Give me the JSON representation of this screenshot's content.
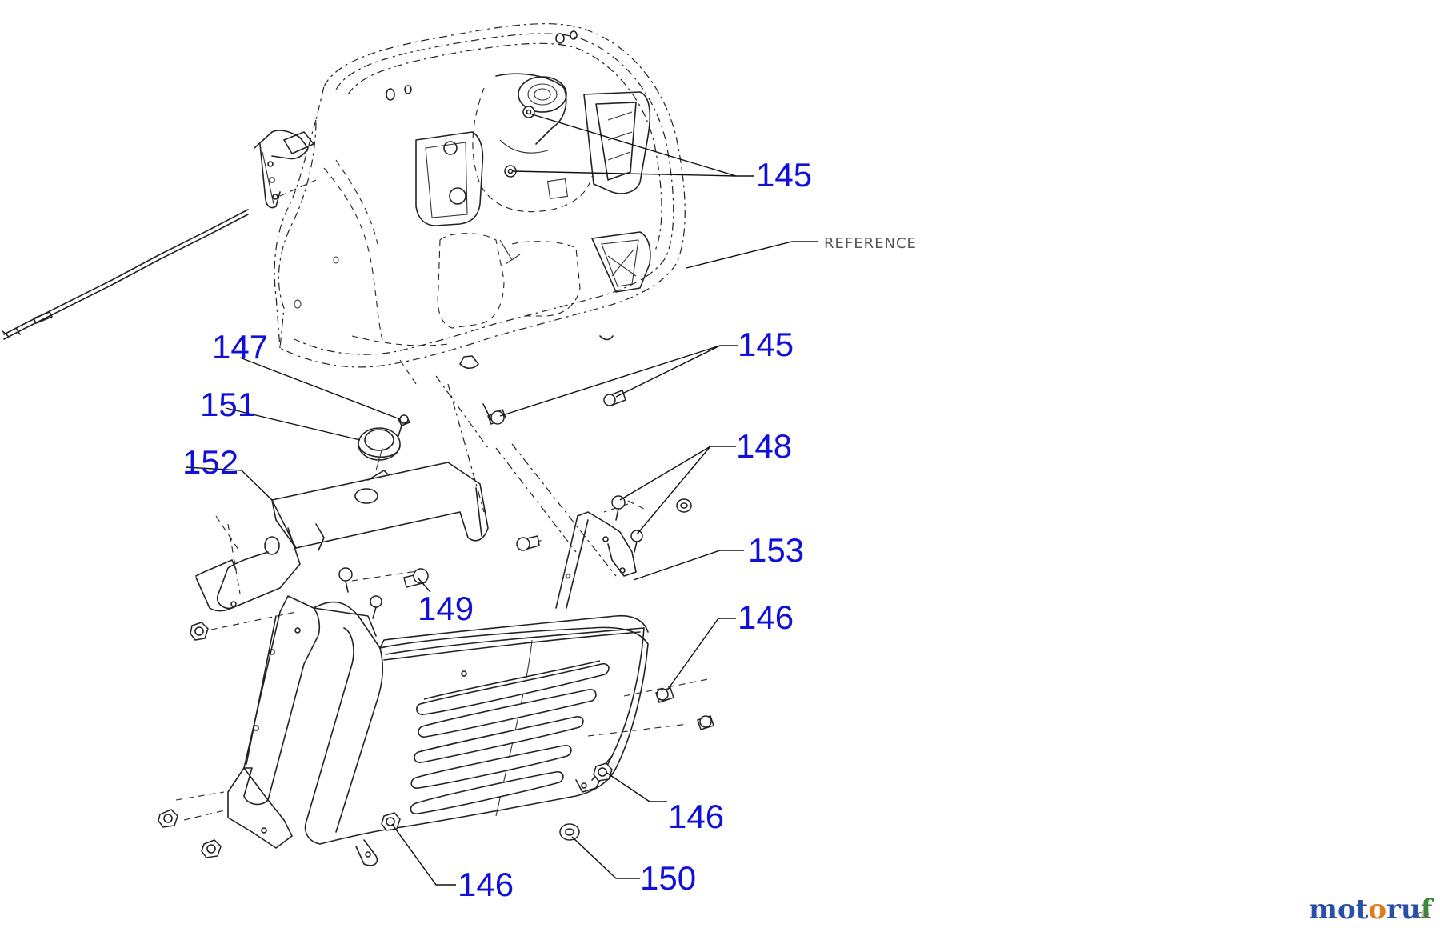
{
  "callouts": {
    "c145_top": "145",
    "c145_mid": "145",
    "c147": "147",
    "c151": "151",
    "c152": "152",
    "c148": "148",
    "c153": "153",
    "c149": "149",
    "c146_right": "146",
    "c146_lower_right": "146",
    "c146_bottom": "146",
    "c150": "150"
  },
  "reference_label": "REFERENCE",
  "watermark": {
    "text": "motoruf",
    "suffix": ".de"
  },
  "colors": {
    "callout": "#1010d8",
    "line": "#222222",
    "watermark_blue": "#2a4fa8",
    "watermark_orange": "#e07a1f",
    "watermark_green": "#3b8a3b"
  }
}
